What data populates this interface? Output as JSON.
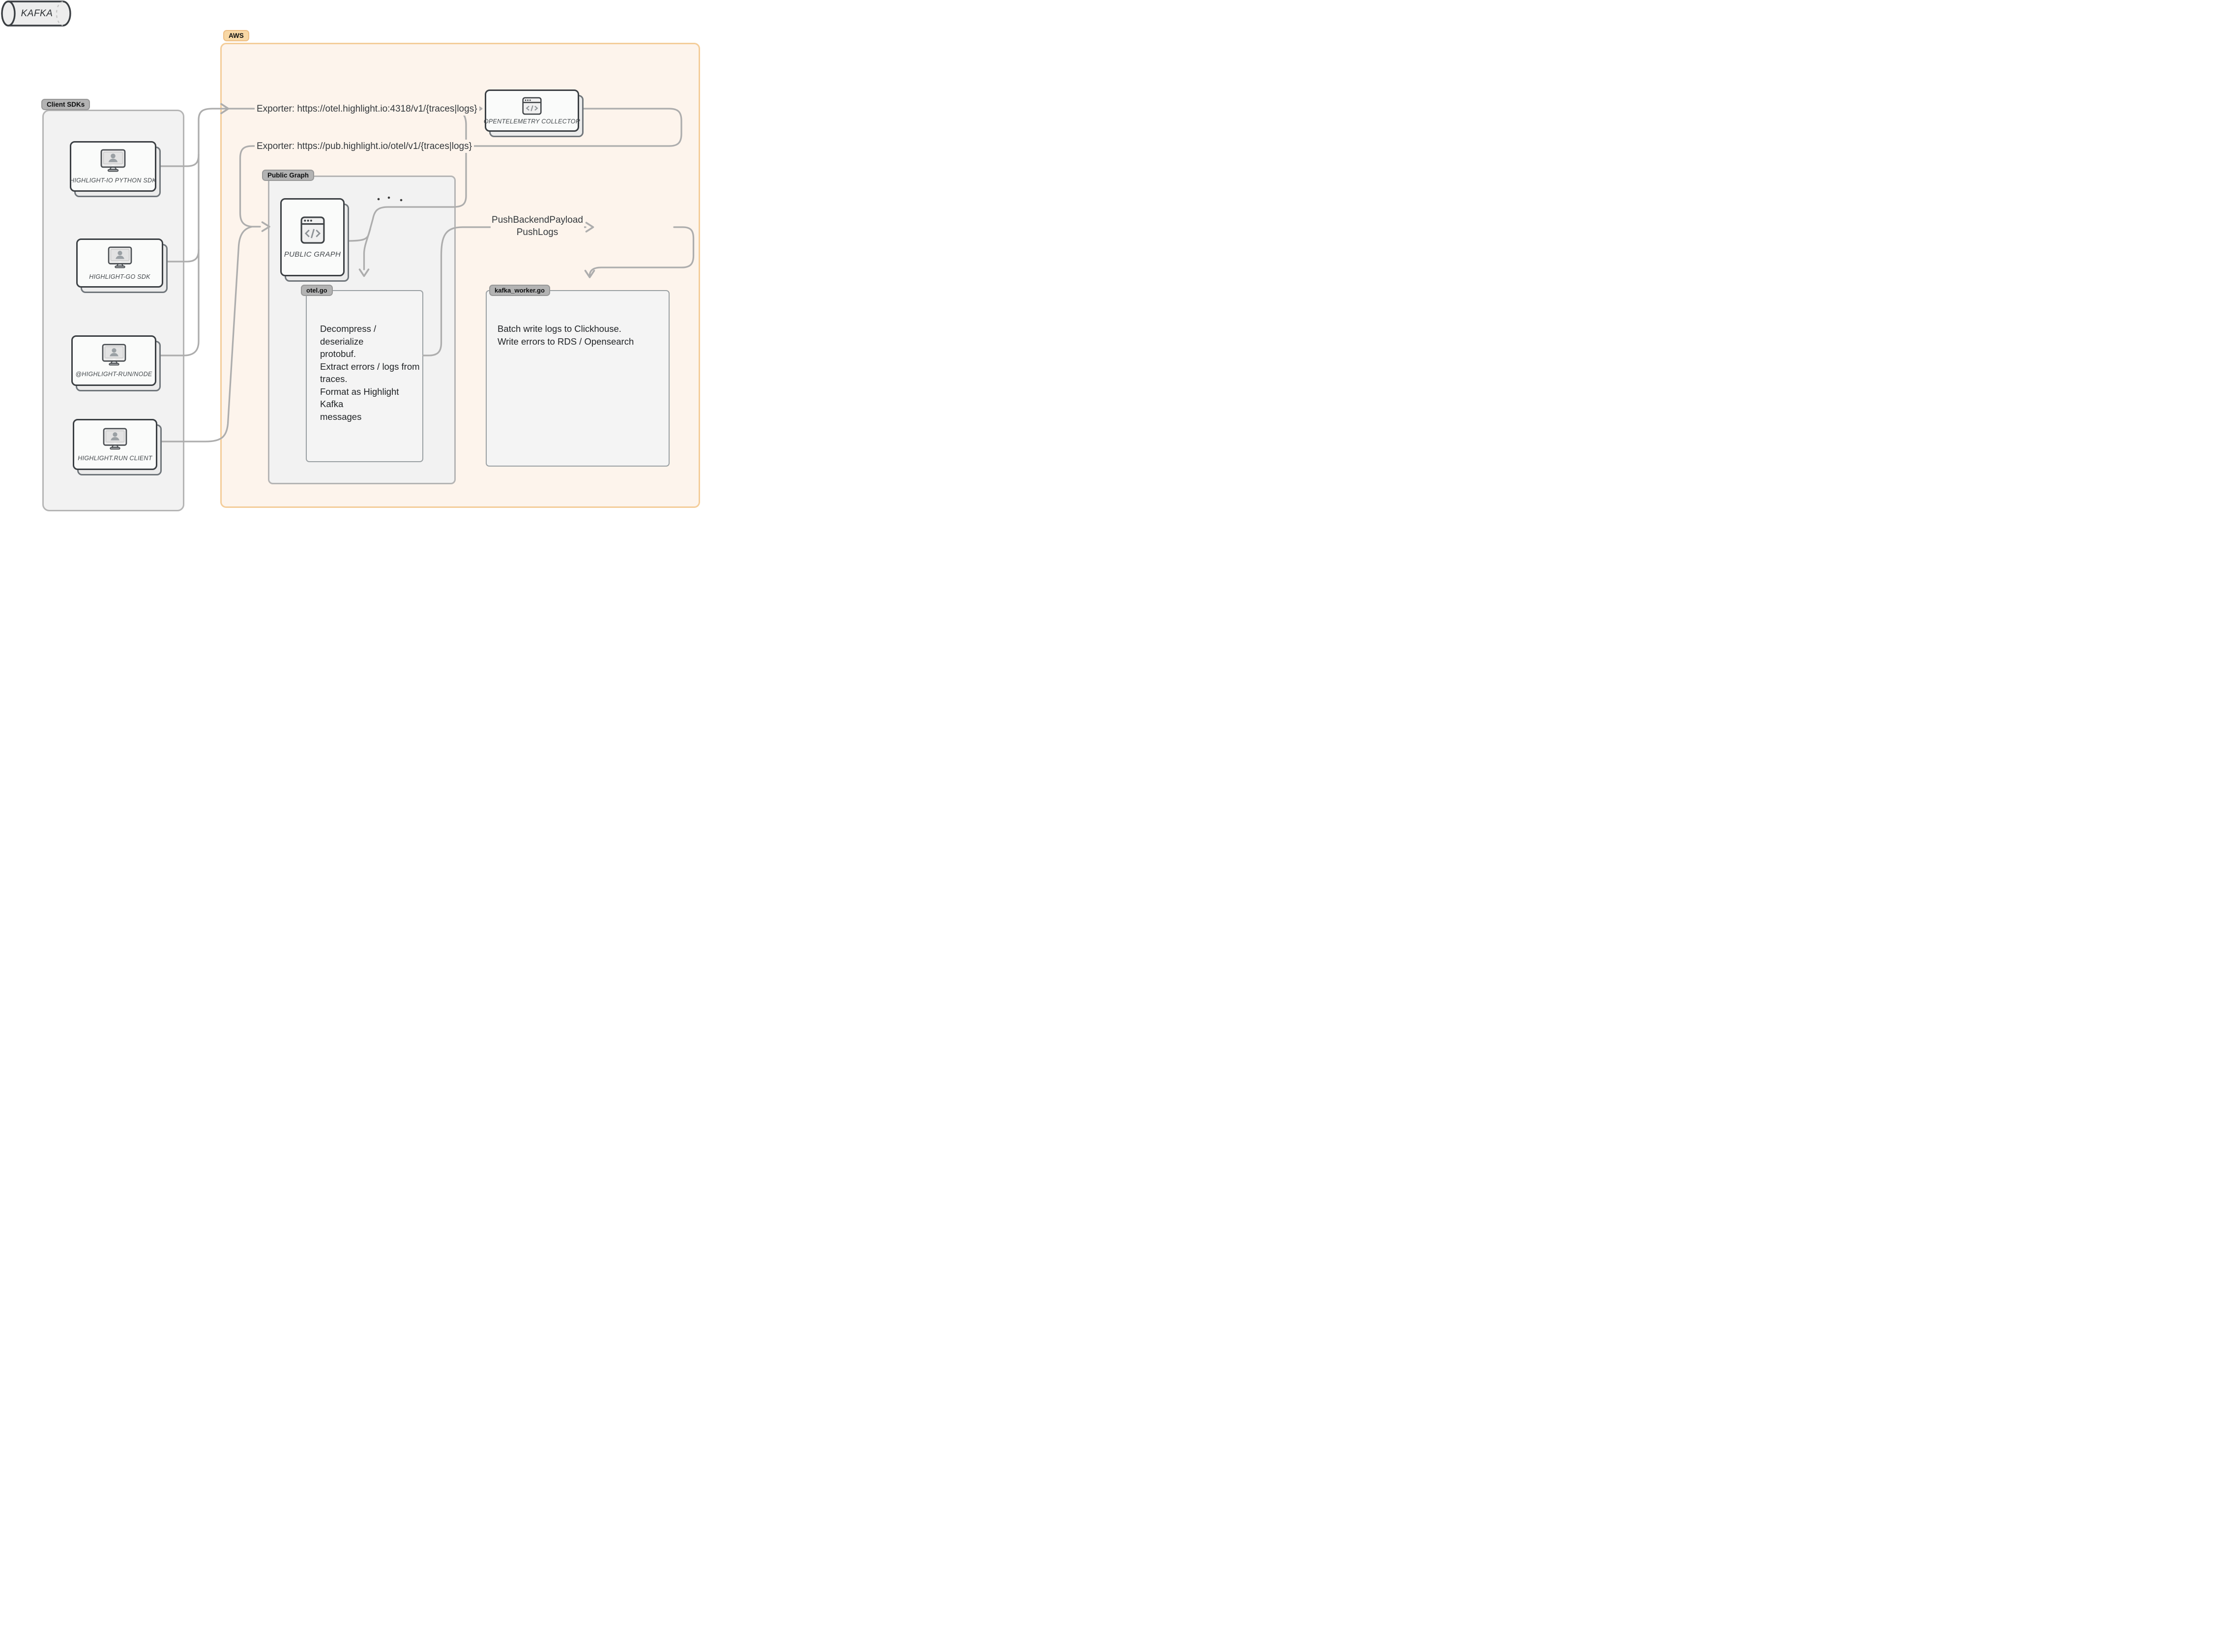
{
  "diagram": {
    "groups": {
      "client_sdks": {
        "label": "Client SDKs"
      },
      "aws": {
        "label": "AWS"
      },
      "public_graph": {
        "label": "Public Graph"
      },
      "otel_go": {
        "label": "otel.go",
        "body": "Decompress / deserialize\nprotobuf.\nExtract errors / logs from\ntraces.\nFormat as Highlight Kafka\nmessages"
      },
      "kafka_worker": {
        "label": "kafka_worker.go",
        "body": "Batch write logs to Clickhouse.\nWrite errors to RDS / Opensearch"
      }
    },
    "nodes": {
      "python_sdk": {
        "label": "HIGHLIGHT-IO PYTHON SDK",
        "icon": "desktop-user-icon"
      },
      "go_sdk": {
        "label": "HIGHLIGHT-GO SDK",
        "icon": "desktop-user-icon"
      },
      "node_sdk": {
        "label": "@HIGHLIGHT-RUN/NODE",
        "icon": "desktop-user-icon"
      },
      "run_client": {
        "label": "HIGHLIGHT.RUN CLIENT",
        "icon": "desktop-user-icon"
      },
      "otel_collector": {
        "label": "OPENTELEMETRY COLLECTOR",
        "icon": "browser-code-icon"
      },
      "public_graph_node": {
        "label": "PUBLIC GRAPH",
        "icon": "browser-code-icon"
      },
      "kafka": {
        "label": "KAFKA",
        "icon": "kafka-cylinder-icon"
      }
    },
    "edge_labels": {
      "exporter_otel": "Exporter: https://otel.highlight.io:4318/v1/{traces|logs}",
      "exporter_pub": "Exporter: https://pub.highlight.io/otel/v1/{traces|logs}",
      "push": "PushBackendPayload\nPushLogs"
    },
    "colors": {
      "aws_fill": "#fdf4ec",
      "aws_border": "#f4cd9a",
      "aws_badge_bg": "#f8d8a6",
      "group_fill": "#f2f2f2",
      "group_border": "#b5b5b5",
      "badge_bg": "#b3b3b3",
      "node_border": "#3b3f43",
      "node_fill": "#fafbfa",
      "connector": "#adadad"
    }
  }
}
